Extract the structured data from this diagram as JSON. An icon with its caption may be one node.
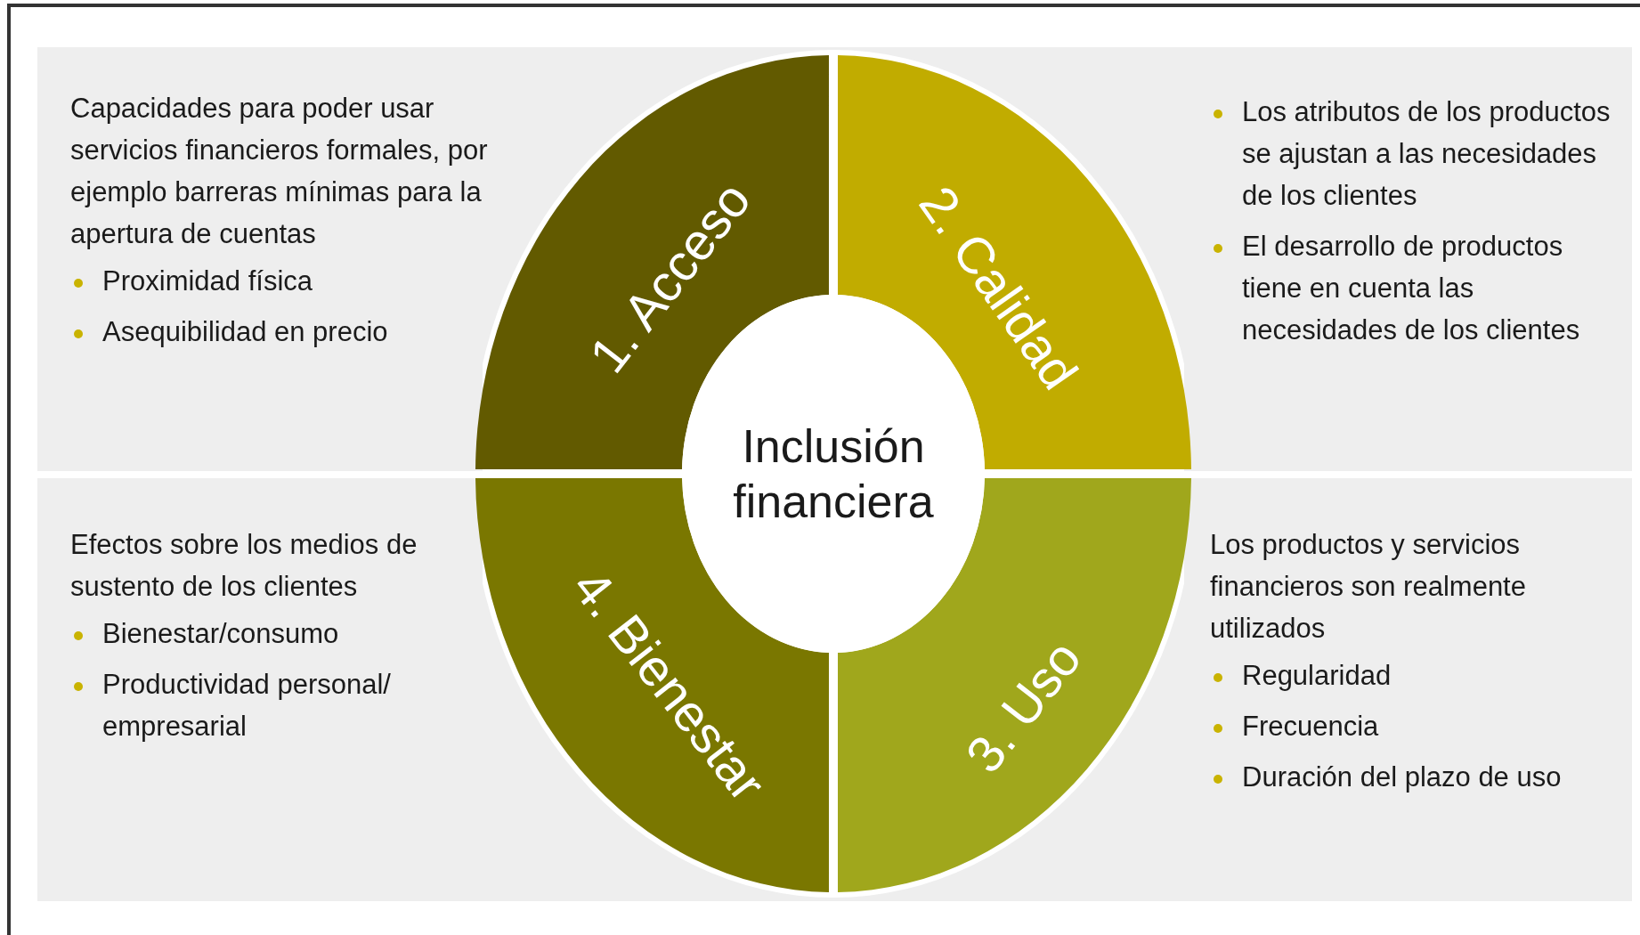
{
  "diagram": {
    "nodes": [
      {
        "text": [
          "Capacidades para poder usar servicios financieros formales, por ejemplo barreras mínimas para la apertura de cuentas",
          "Proximidad física",
          "Asequibilidad en precio"
        ]
      },
      {
        "text": [
          "1. Acceso"
        ]
      },
      {
        "text": [
          "2. Calidad"
        ]
      },
      {
        "text": [
          "Los atributos de los productos se ajustan a las necesidades de los clientes",
          "El desarrollo de productos tiene en cuenta las necesidades de los clientes"
        ]
      },
      {
        "text": [
          "Inclusión financiera"
        ]
      },
      {
        "text": [
          "Efectos sobre los medios de sustento de los clientes",
          "Bienestar/consumo",
          "Productividad personal/ empresarial"
        ]
      },
      {
        "text": [
          "4. Bienestar"
        ]
      },
      {
        "text": [
          "3. Uso"
        ]
      },
      {
        "text": [
          "Los productos y servicios financieros son realmente utilizados",
          "Regularidad",
          "Frecuencia",
          "Duración del plazo de uso"
        ]
      }
    ],
    "edges": []
  }
}
